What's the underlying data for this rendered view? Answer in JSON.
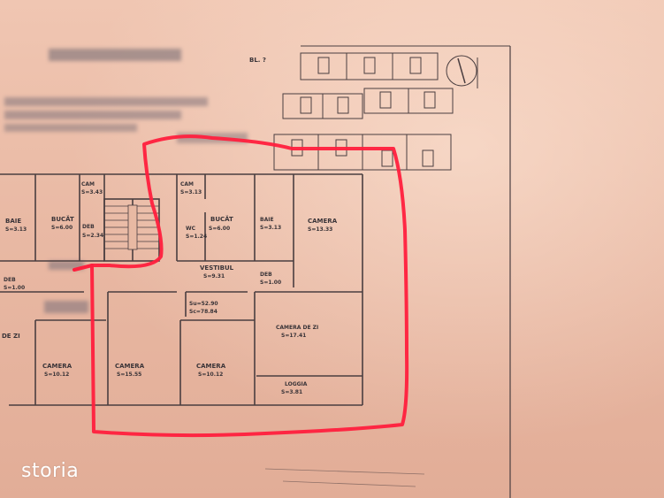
{
  "watermark": {
    "text": "storia"
  },
  "plan": {
    "block_label": "BL. ?",
    "rooms": {
      "baie_left": {
        "name": "BAIE",
        "area": "S=3.13"
      },
      "bucat_left": {
        "name": "BUCĂT",
        "area": "S=6.00"
      },
      "deb_left": {
        "name": "DEB",
        "area": "S=2.34"
      },
      "cam_mid": {
        "name": "CAM",
        "area": "S=3.43"
      },
      "cam_top_right": {
        "name": "CAM",
        "area": "S=3.13"
      },
      "wc": {
        "name": "WC",
        "area": "S=1.24"
      },
      "bucat_right": {
        "name": "BUCĂT",
        "area": "S=6.00"
      },
      "baie_right": {
        "name": "BAIE",
        "area": "S=3.13"
      },
      "camera_top": {
        "name": "CAMERA",
        "area": "S=13.33"
      },
      "deb_lower_left": {
        "name": "DEB",
        "area": "S=1.00"
      },
      "vestibul": {
        "name": "VESTIBUL",
        "area": "S=9.31"
      },
      "deb_right": {
        "name": "DEB",
        "area": "S=1.00"
      },
      "camera_zi": {
        "name": "CAMERA DE ZI",
        "area": "S=17.41"
      },
      "de_zi_left": {
        "name": "DE ZI",
        "area": ""
      },
      "camera_1": {
        "name": "CAMERA",
        "area": "S=10.12"
      },
      "camera_2": {
        "name": "CAMERA",
        "area": "S=15.55"
      },
      "camera_3": {
        "name": "CAMERA",
        "area": "S=10.12"
      },
      "loggia": {
        "name": "LOGGIA",
        "area": "S=3.81"
      },
      "totals_1": {
        "name": "",
        "area": "Su=52.90"
      },
      "totals_2": {
        "name": "",
        "area": "Sc=78.84"
      }
    }
  },
  "colors": {
    "paper": "#e8b9a3",
    "ink": "#3a3438",
    "highlight": "#ff1f3d"
  }
}
